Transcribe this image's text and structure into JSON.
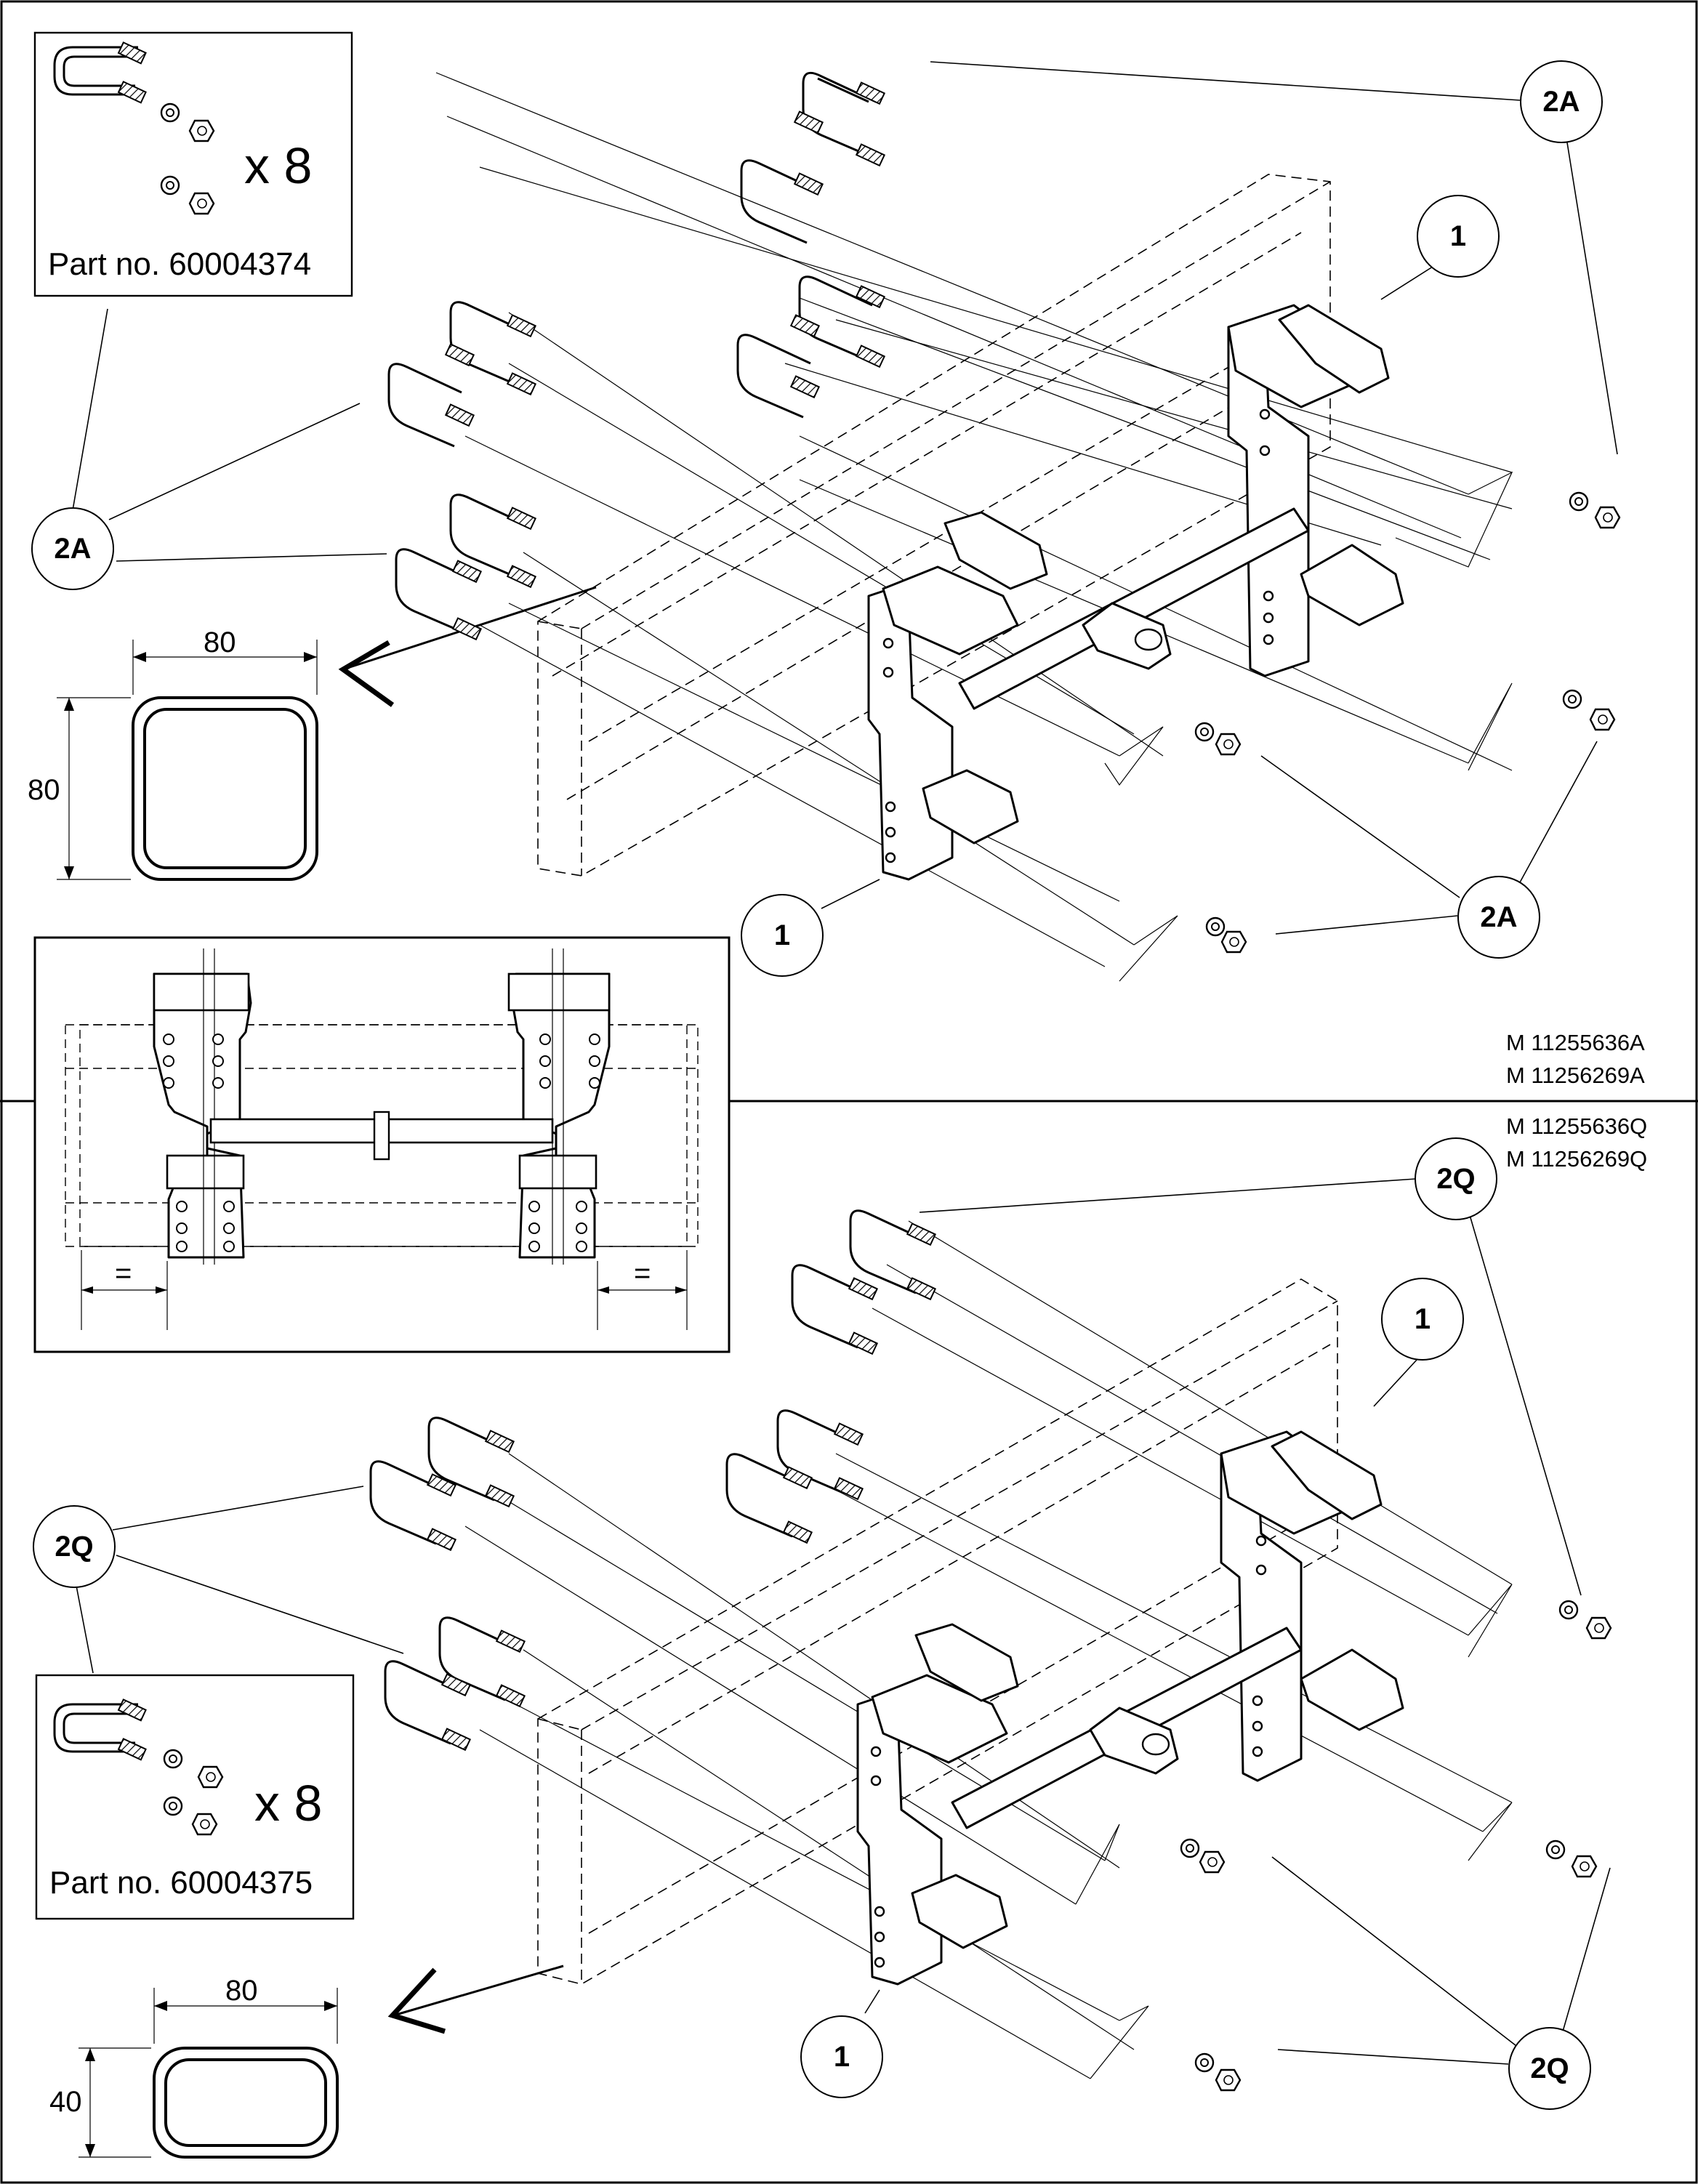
{
  "drawing": {
    "models_top": [
      "M 11255636A",
      "M 11256269A"
    ],
    "models_bottom": [
      "M 11255636Q",
      "M 11256269Q"
    ]
  },
  "top": {
    "kit": {
      "quantity": "x 8",
      "part_label": "Part no. 60004374"
    },
    "tube_section": {
      "width_label": "80",
      "height_label": "80"
    },
    "callouts": {
      "bracket": "1",
      "ubolt": "2A"
    }
  },
  "bottom": {
    "kit": {
      "quantity": "x 8",
      "part_label": "Part no. 60004375"
    },
    "tube_section": {
      "width_label": "80",
      "height_label": "40"
    },
    "callouts": {
      "bracket": "1",
      "ubolt": "2Q"
    }
  },
  "inset": {
    "equal_label_left": "=",
    "equal_label_right": "="
  }
}
